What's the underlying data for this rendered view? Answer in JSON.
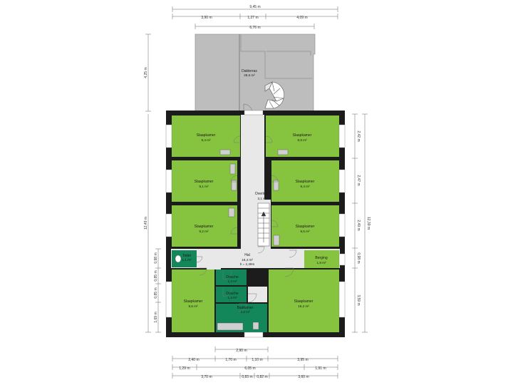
{
  "dimensions": {
    "top": [
      "9,45 m",
      "3,90 m",
      "1,27 m",
      "4,09 m",
      "6,76 m"
    ],
    "bottom": [
      "2,90 m",
      "2,40 m",
      "1,70 m",
      "1,10 m",
      "3,95 m",
      "1,29 m",
      "6,05 m",
      "1,91 m",
      "3,70 m",
      "0,83 m",
      "0,82 m",
      "3,60 m"
    ],
    "left": [
      "4,25 m",
      "12,49 m",
      "0,98 m",
      "0,85 m",
      "0,85 m",
      "1,69 m"
    ],
    "right": [
      "12,39 m",
      "2,42 m",
      "2,47 m",
      "2,49 m",
      "0,98 m",
      "3,59 m"
    ]
  },
  "rooms": {
    "dakterras": {
      "name": "Dakterras",
      "area": "28,6 m²"
    },
    "slaapkamer_1": {
      "name": "Slaapkamer",
      "area": "9,4 m²"
    },
    "slaapkamer_2": {
      "name": "Slaapkamer",
      "area": "8,9 m²"
    },
    "slaapkamer_3": {
      "name": "Slaapkamer",
      "area": "9,1 m²"
    },
    "slaapkamer_4": {
      "name": "Slaapkamer",
      "area": "9,4 m²"
    },
    "slaapkamer_5": {
      "name": "Slaapkamer",
      "area": "9,2 m²"
    },
    "slaapkamer_6": {
      "name": "Slaapkamer",
      "area": "9,5 m²"
    },
    "overloop": {
      "name": "Overloop",
      "area": "3,1 m²"
    },
    "hal": {
      "name": "Hal",
      "area": "19,4 m²",
      "height": "h = 2,49m"
    },
    "berging": {
      "name": "Berging",
      "area": "1,9 m²"
    },
    "toilet": {
      "name": "Toilet",
      "area": "1,1 m²"
    },
    "douche_1": {
      "name": "Douche",
      "area": "1,4 m²"
    },
    "douche_2": {
      "name": "Douche",
      "area": "1,4 m²"
    },
    "slaapkamer_7": {
      "name": "Slaapkamer",
      "area": "9,6 m²"
    },
    "slaapkamer_8": {
      "name": "Slaapkamer",
      "area": "16,2 m²"
    },
    "badkamer": {
      "name": "Badkamer",
      "area": "4,2 m²"
    }
  },
  "colors": {
    "wall": "#1c1c1c",
    "bedroom": "#86c440",
    "hall": "#e8e8e8",
    "wet_room": "#14875a",
    "terrace": "#bdbdbd",
    "dimension": "#555555"
  }
}
